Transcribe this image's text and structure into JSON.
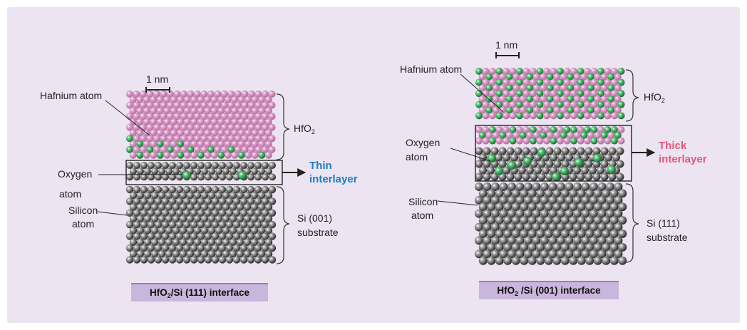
{
  "colors": {
    "background": "#ece4f1",
    "caption_bar": "#c9b6dc",
    "hafnium": "#e2a7d2",
    "oxygen": "#2e9a4f",
    "silicon": "#777777",
    "thin_label": "#1a7fc4",
    "thick_label": "#e8557a"
  },
  "left": {
    "scale_label": "1 nm",
    "hafnium_label": "Hafnium atom",
    "oxygen_label_1": "Oxygen",
    "oxygen_label_2": "atom",
    "silicon_label_1": "Silicon",
    "silicon_label_2": "atom",
    "hfo2_main": "HfO",
    "hfo2_sub": "2",
    "substrate_line1": "Si (001)",
    "substrate_line2": "substrate",
    "callout_line1": "Thin",
    "callout_line2": "interlayer",
    "caption_a": "HfO",
    "caption_sub": "2",
    "caption_b": "/Si (111) interface"
  },
  "right": {
    "scale_label": "1 nm",
    "hafnium_label": "Hafnium atom",
    "oxygen_label_1": "Oxygen",
    "oxygen_label_2": "atom",
    "silicon_label_1": "Silicon",
    "silicon_label_2": "atom",
    "hfo2_main": "HfO",
    "hfo2_sub": "2",
    "substrate_line1": "Si (111)",
    "substrate_line2": "substrate",
    "callout_line1": "Thick",
    "callout_line2": "interlayer",
    "caption_a": "HfO",
    "caption_sub": "2",
    "caption_b": " /Si (001) interface"
  }
}
